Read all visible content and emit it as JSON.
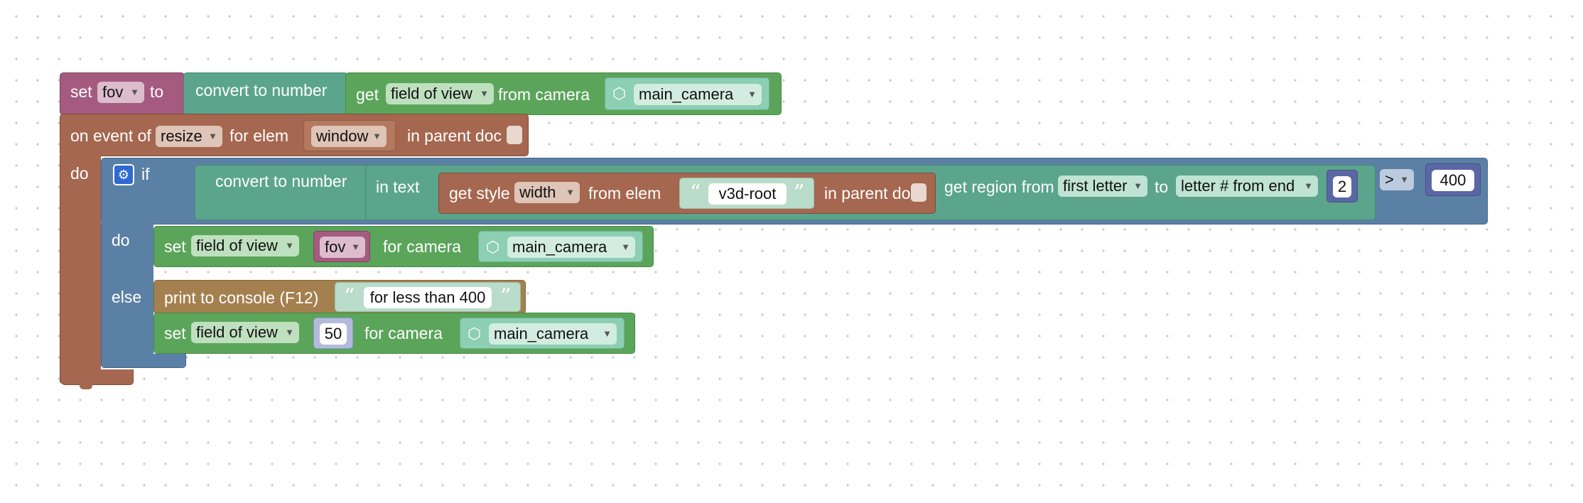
{
  "workspace": {
    "set_fov": {
      "label_set": "set",
      "var_name": "fov",
      "label_to": "to",
      "convert_label": "convert to number",
      "get_label": "get",
      "property": "field of view",
      "from_camera_label": "from camera",
      "camera": "main_camera"
    },
    "event": {
      "label_on_event": "on event of",
      "event_name": "resize",
      "label_for_elem": "for elem",
      "elem": "window",
      "label_in_parent": "in parent doc",
      "label_do": "do"
    },
    "if_block": {
      "label_if": "if",
      "convert_label": "convert to number",
      "in_text_label": "in text",
      "get_style_label": "get style",
      "style_prop": "width",
      "from_elem_label": "from elem",
      "elem_text": "v3d-root",
      "in_parent_label": "in parent doc",
      "get_region_label": "get region from",
      "region_from": "first letter",
      "to_label": "to",
      "region_to": "letter # from end",
      "region_to_value": "2",
      "operator": ">",
      "compare_value": "400",
      "label_do": "do",
      "label_else": "else"
    },
    "do_set": {
      "label_set": "set",
      "property": "field of view",
      "var_name": "fov",
      "for_camera_label": "for camera",
      "camera": "main_camera"
    },
    "print": {
      "label": "print to console (F12)",
      "message": "for less than 400"
    },
    "else_set": {
      "label_set": "set",
      "property": "field of view",
      "value": "50",
      "for_camera_label": "for camera",
      "camera": "main_camera"
    }
  },
  "colors": {
    "variable": "#a55b80",
    "event": "#a5674f",
    "logic": "#5b80a5",
    "camera": "#5ba55b",
    "text": "#5ba58c",
    "math": "#5b67a5",
    "print": "#a5804f"
  },
  "icons": [
    "gear-icon",
    "cube-icon"
  ]
}
